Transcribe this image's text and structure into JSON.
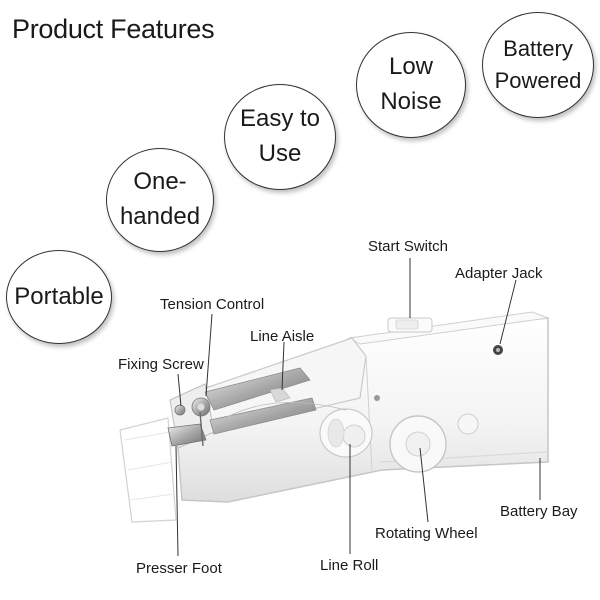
{
  "title": "Product Features",
  "features": {
    "portable": "Portable",
    "one_handed_line1": "One-",
    "one_handed_line2": "handed",
    "easy_line1": "Easy to",
    "easy_line2": "Use",
    "low_noise_line1": "Low",
    "low_noise_line2": "Noise",
    "battery_line1": "Battery",
    "battery_line2": "Powered"
  },
  "parts": {
    "start_switch": "Start Switch",
    "adapter_jack": "Adapter Jack",
    "tension_control": "Tension Control",
    "line_aisle": "Line Aisle",
    "fixing_screw": "Fixing Screw",
    "presser_foot": "Presser Foot",
    "line_roll": "Line Roll",
    "rotating_wheel": "Rotating Wheel",
    "battery_bay": "Battery Bay"
  },
  "icons": {
    "product": "sewing-machine-icon"
  },
  "colors": {
    "body": "#f2f2f2",
    "outline": "#cfcfcf",
    "text": "#1a1a1a"
  }
}
